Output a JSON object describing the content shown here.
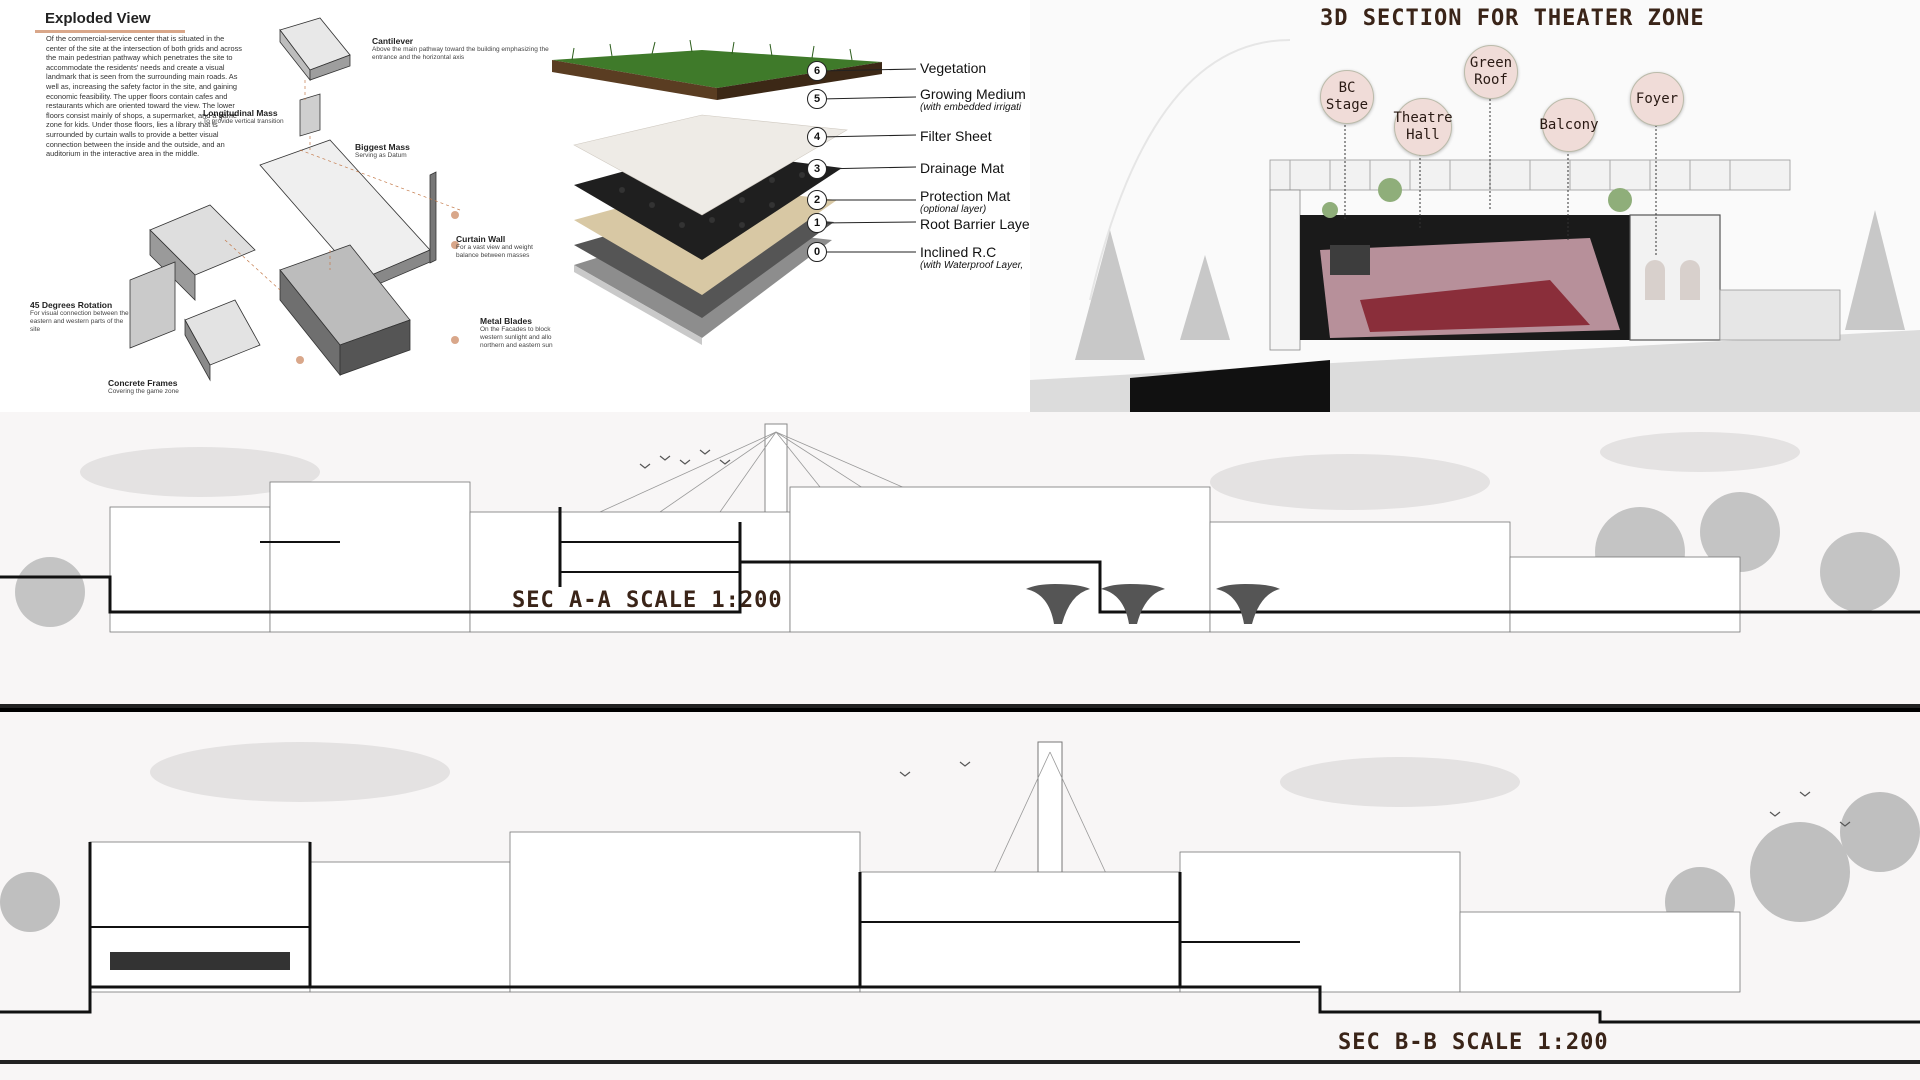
{
  "exploded_view": {
    "title": "Exploded View",
    "description": "Of the commercial-service center that is situated in the center of the site at the intersection of both grids and across the main pedestrian pathway which penetrates the site to accommodate the residents' needs and create a visual landmark that is seen from the surrounding main roads. As well as, increasing the safety factor in the site, and gaining economic feasibility. The upper floors contain cafes and restaurants which are oriented toward the view. The lower floors consist mainly of shops, a supermarket, and a game zone for kids. Under those floors, lies a library that is surrounded by curtain walls to provide a better visual connection between the inside and the outside, and an auditorium in the interactive area in the middle.",
    "labels": [
      {
        "title": "Cantilever",
        "sub": "Above the main pathway toward the building emphasizing the entrance and the horizontal axis"
      },
      {
        "title": "Longitudinal Mass",
        "sub": "To provide vertical transition"
      },
      {
        "title": "Biggest Mass",
        "sub": "Serving as Datum"
      },
      {
        "title": "Curtain Wall",
        "sub": "For a vast view and weight balance between masses"
      },
      {
        "title": "45 Degrees Rotation",
        "sub": "For visual connection between the eastern and western parts of the site"
      },
      {
        "title": "Metal Blades",
        "sub": "On the Facades to block western sunlight and allo northern and eastern sun"
      },
      {
        "title": "Concrete Frames",
        "sub": "Covering the game zone"
      }
    ]
  },
  "green_roof": {
    "layers": [
      {
        "num": "6",
        "label": "Vegetation",
        "note": ""
      },
      {
        "num": "5",
        "label": "Growing Medium",
        "note": "(with embedded irrigati"
      },
      {
        "num": "4",
        "label": "Filter Sheet",
        "note": ""
      },
      {
        "num": "3",
        "label": "Drainage Mat",
        "note": ""
      },
      {
        "num": "2",
        "label": "Protection Mat",
        "note": "(optional layer)"
      },
      {
        "num": "1",
        "label": "Root Barrier Laye",
        "note": ""
      },
      {
        "num": "0",
        "label": "Inclined R.C",
        "note": "(with Waterproof Layer,"
      }
    ]
  },
  "theater_section": {
    "title": "3D SECTION FOR THEATER ZONE",
    "bubbles": [
      "BC Stage",
      "Theatre Hall",
      "Green Roof",
      "Balcony",
      "Foyer"
    ]
  },
  "section_a": {
    "title": "SEC A-A SCALE 1:200"
  },
  "section_b": {
    "title": "SEC B-B SCALE 1:200"
  },
  "colors": {
    "accent": "#d9a78a",
    "title_brown": "#3a2418",
    "bubble": "#f0dcd8",
    "grass": "#3f7a2a"
  }
}
